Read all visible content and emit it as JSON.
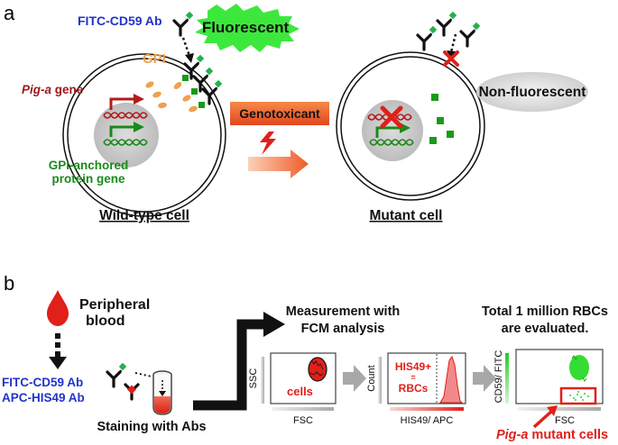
{
  "panel_a": {
    "label": "a",
    "fitc_cd59_ab": "FITC-CD59 Ab",
    "fluorescent": "Fluorescent",
    "gpi": "GPI",
    "pig_a_italic": "Pig-a",
    "gene_word": " gene",
    "gpi_anchored_line1": "GPI-anchored",
    "gpi_anchored_line2": "protein gene",
    "genotoxicant": "Genotoxicant",
    "non_fluorescent": "Non-fluorescent",
    "wild_type_cell": "Wild-type cell",
    "mutant_cell": "Mutant cell"
  },
  "panel_b": {
    "label": "b",
    "peripheral": "Peripheral",
    "blood": "blood",
    "fitc_cd59_ab": "FITC-CD59 Ab",
    "apc_his49_ab": "APC-HIS49 Ab",
    "staining": "Staining with Abs",
    "measurement_line1": "Measurement with",
    "measurement_line2": "FCM analysis",
    "total_line1": "Total 1 million RBCs",
    "total_line2": "are evaluated.",
    "plot1": {
      "ylabel": "SSC",
      "xlabel": "FSC",
      "label": "cells"
    },
    "plot2": {
      "ylabel": "Count",
      "xlabel": "HIS49/ APC",
      "label_line1": "HIS49+",
      "label_eq": "=",
      "label_line2": "RBCs"
    },
    "plot3": {
      "ylabel": "CD59/ FITC",
      "xlabel": "FSC"
    },
    "mutant_cells_italic": "Pig-a",
    "mutant_cells_rest": " mutant cells"
  },
  "colors": {
    "blue_text": "#2233cc",
    "red": "#e0201a",
    "dark_red": "#a01818",
    "green": "#1a8a1a",
    "bright_green": "#22cc22",
    "orange": "#f0a050",
    "arrow_orange": "#f05a28"
  }
}
